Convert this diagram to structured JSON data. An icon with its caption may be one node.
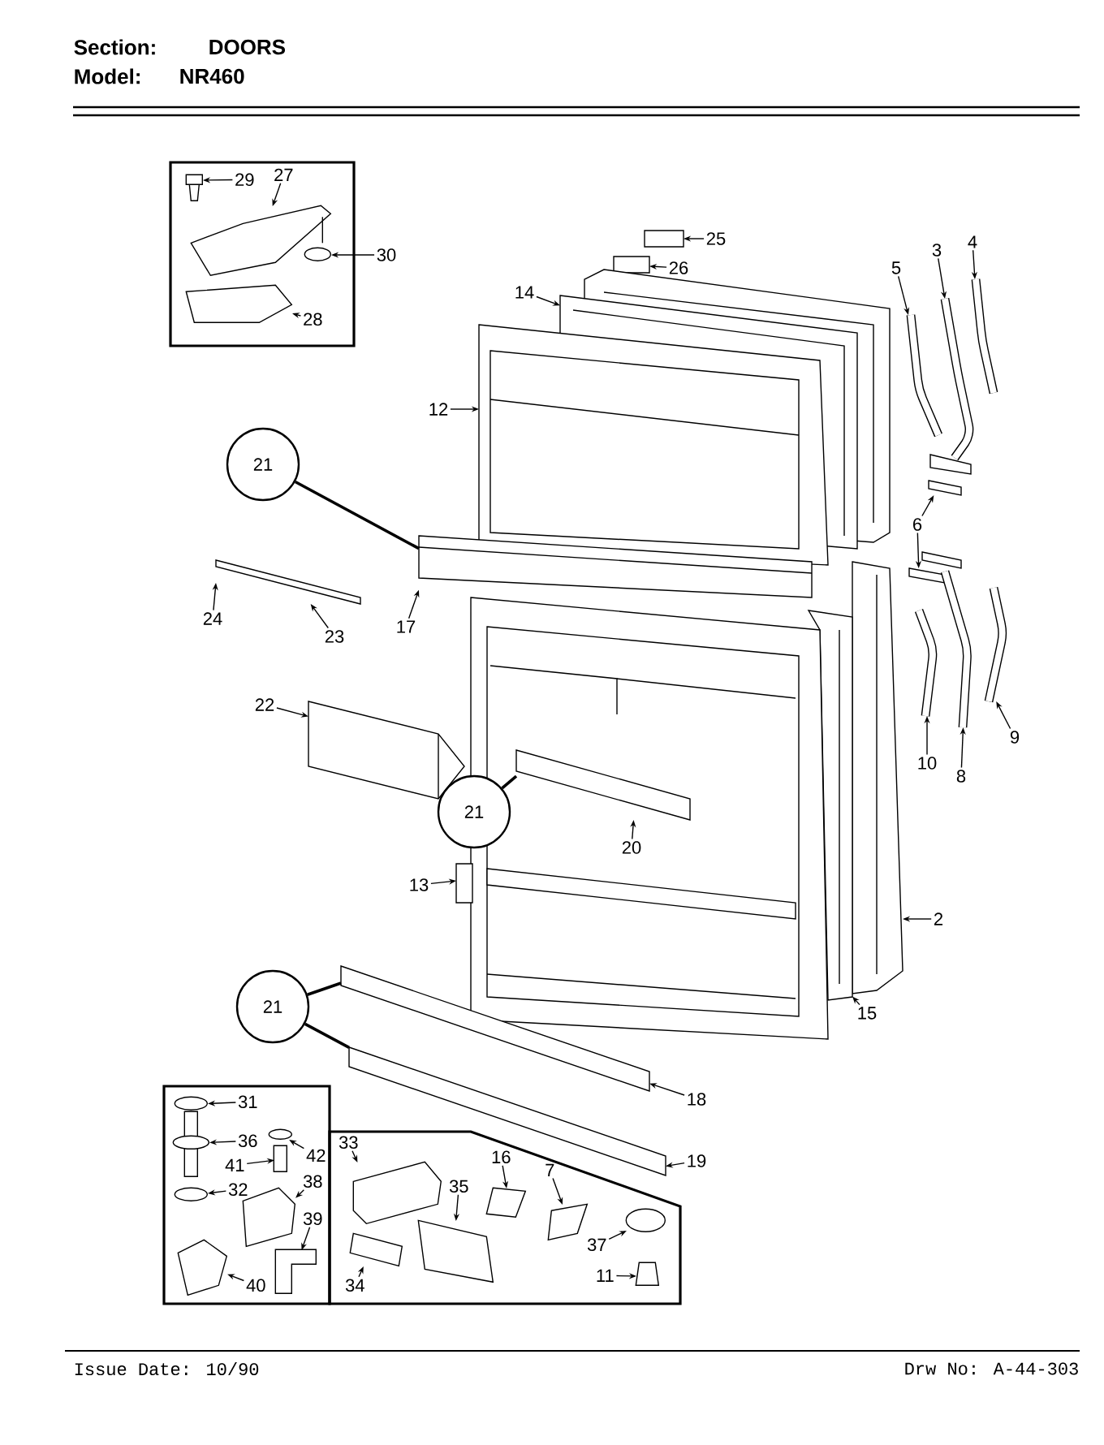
{
  "diagram": {
    "nodes": [
      {
        "text": [],
        "shape": "box"
      },
      {
        "text": [
          "29"
        ],
        "in": 0
      },
      {
        "text": [
          "27"
        ],
        "in": 0
      },
      {
        "text": [
          "30"
        ]
      },
      {
        "text": [
          "28"
        ],
        "in": 0
      },
      {
        "text": [
          "25"
        ]
      },
      {
        "text": [
          "26"
        ]
      },
      {
        "text": [
          "14"
        ]
      },
      {
        "text": [
          "5"
        ]
      },
      {
        "text": [
          "3"
        ]
      },
      {
        "text": [
          "4"
        ]
      },
      {
        "text": [
          "12"
        ]
      },
      {
        "text": [
          "21"
        ]
      },
      {
        "text": [
          "6"
        ]
      },
      {
        "text": [
          "17"
        ]
      },
      {
        "text": [
          "24"
        ]
      },
      {
        "text": [
          "23"
        ]
      },
      {
        "text": [
          "22"
        ]
      },
      {
        "text": [
          "10"
        ]
      },
      {
        "text": [
          "8"
        ]
      },
      {
        "text": [
          "9"
        ]
      },
      {
        "text": [
          "21"
        ]
      },
      {
        "text": [
          "20"
        ]
      },
      {
        "text": [
          "13"
        ]
      },
      {
        "text": [
          "2"
        ]
      },
      {
        "text": [
          "15"
        ]
      },
      {
        "text": [
          "21"
        ]
      },
      {
        "text": [
          "18"
        ]
      },
      {
        "text": [
          "19"
        ]
      },
      {
        "text": [],
        "shape": "box"
      },
      {
        "text": [
          "31"
        ],
        "in": 29
      },
      {
        "text": [
          "36"
        ],
        "in": 29
      },
      {
        "text": [
          "42"
        ],
        "in": 29
      },
      {
        "text": [
          "41"
        ],
        "in": 29
      },
      {
        "text": [
          "32"
        ],
        "in": 29
      },
      {
        "text": [
          "38"
        ],
        "in": 29
      },
      {
        "text": [
          "39"
        ],
        "in": 29
      },
      {
        "text": [
          "40"
        ],
        "in": 29
      },
      {
        "text": [],
        "shape": "box"
      },
      {
        "text": [
          "33"
        ],
        "in": 38
      },
      {
        "text": [
          "35"
        ],
        "in": 38
      },
      {
        "text": [
          "16"
        ],
        "in": 38
      },
      {
        "text": [
          "7"
        ],
        "in": 38
      },
      {
        "text": [
          "37"
        ],
        "in": 38
      },
      {
        "text": [
          "34"
        ],
        "in": 38
      },
      {
        "text": [
          "11"
        ],
        "in": 38
      },
      {
        "text": [],
        "shape": "picture",
        "in": 0
      },
      {
        "text": [],
        "shape": "picture",
        "in": 0
      },
      {
        "text": [],
        "shape": "circle",
        "in": 0
      },
      {
        "text": [],
        "shape": "box",
        "in": 0
      },
      {
        "text": [],
        "shape": "box"
      },
      {
        "text": [],
        "shape": "box"
      },
      {
        "text": [],
        "shape": "picture"
      },
      {
        "text": [],
        "shape": "bar"
      },
      {
        "text": [],
        "shape": "picture"
      },
      {
        "text": [],
        "shape": "bar"
      },
      {
        "text": [],
        "shape": "picture"
      },
      {
        "text": [],
        "shape": "box"
      },
      {
        "text": [],
        "shape": "box"
      },
      {
        "text": [],
        "shape": "picture"
      },
      {
        "text": [],
        "shape": "bar"
      },
      {
        "text": [],
        "shape": "picture"
      },
      {
        "text": [],
        "shape": "bar"
      },
      {
        "text": [],
        "shape": "picture"
      },
      {
        "text": [],
        "shape": "bar"
      },
      {
        "text": [],
        "shape": "bar"
      },
      {
        "text": [],
        "shape": "box"
      },
      {
        "text": [],
        "shape": "picture"
      },
      {
        "text": [],
        "shape": "picture"
      },
      {
        "text": [],
        "shape": "bar"
      },
      {
        "text": [],
        "shape": "bar"
      },
      {
        "text": [],
        "shape": "circle",
        "in": 29
      },
      {
        "text": [],
        "shape": "picture",
        "in": 29
      },
      {
        "text": [],
        "shape": "circle",
        "in": 29
      },
      {
        "text": [],
        "shape": "box",
        "in": 29
      },
      {
        "text": [],
        "shape": "circle",
        "in": 29
      },
      {
        "text": [],
        "shape": "box",
        "in": 29
      },
      {
        "text": [],
        "shape": "box",
        "in": 29
      },
      {
        "text": [],
        "shape": "box",
        "in": 29
      },
      {
        "text": [],
        "shape": "box",
        "in": 38
      },
      {
        "text": [],
        "shape": "box",
        "in": 38
      },
      {
        "text": [],
        "shape": "box",
        "in": 38
      },
      {
        "text": [],
        "shape": "box",
        "in": 38
      },
      {
        "text": [],
        "shape": "circle",
        "in": 38
      },
      {
        "text": [],
        "shape": "box",
        "in": 38
      },
      {
        "text": [],
        "shape": "box",
        "in": 38
      }
    ],
    "edges": [
      {
        "from": 1,
        "to": 46,
        "arrow": "to"
      },
      {
        "from": 2,
        "to": 47,
        "arrow": "to"
      },
      {
        "from": 3,
        "to": 48,
        "arrow": "to"
      },
      {
        "from": 4,
        "to": 49,
        "arrow": "to"
      },
      {
        "from": 5,
        "to": 50,
        "arrow": "to"
      },
      {
        "from": 6,
        "to": 51,
        "arrow": "to"
      },
      {
        "from": 7,
        "to": 52,
        "arrow": "to"
      },
      {
        "from": 8,
        "to": 53,
        "arrow": "to"
      },
      {
        "from": 9,
        "to": 54,
        "arrow": "to"
      },
      {
        "from": 10,
        "to": 55,
        "arrow": "to"
      },
      {
        "from": 11,
        "to": 56,
        "arrow": "to"
      },
      {
        "from": 12,
        "to": 59,
        "arrow": "none"
      },
      {
        "from": 13,
        "to": 57,
        "arrow": "to"
      },
      {
        "from": 13,
        "to": 58,
        "arrow": "to"
      },
      {
        "from": 14,
        "to": 59,
        "arrow": "to"
      },
      {
        "from": 15,
        "to": 60,
        "arrow": "to"
      },
      {
        "from": 16,
        "to": 60,
        "arrow": "to"
      },
      {
        "from": 17,
        "to": 61,
        "arrow": "to"
      },
      {
        "from": 18,
        "to": 62,
        "arrow": "to"
      },
      {
        "from": 19,
        "to": 63,
        "arrow": "to"
      },
      {
        "from": 20,
        "to": 64,
        "arrow": "to"
      },
      {
        "from": 21,
        "to": 65,
        "arrow": "none"
      },
      {
        "from": 22,
        "to": 65,
        "arrow": "to"
      },
      {
        "from": 23,
        "to": 66,
        "arrow": "to"
      },
      {
        "from": 24,
        "to": 67,
        "arrow": "to"
      },
      {
        "from": 25,
        "to": 68,
        "arrow": "to"
      },
      {
        "from": 26,
        "to": 69,
        "arrow": "none"
      },
      {
        "from": 26,
        "to": 70,
        "arrow": "none"
      },
      {
        "from": 27,
        "to": 69,
        "arrow": "to"
      },
      {
        "from": 28,
        "to": 70,
        "arrow": "to"
      },
      {
        "from": 30,
        "to": 71,
        "arrow": "to"
      },
      {
        "from": 31,
        "to": 72,
        "arrow": "to"
      },
      {
        "from": 32,
        "to": 73,
        "arrow": "to"
      },
      {
        "from": 33,
        "to": 74,
        "arrow": "to"
      },
      {
        "from": 34,
        "to": 75,
        "arrow": "to"
      },
      {
        "from": 35,
        "to": 76,
        "arrow": "to"
      },
      {
        "from": 36,
        "to": 77,
        "arrow": "to"
      },
      {
        "from": 37,
        "to": 78,
        "arrow": "to"
      },
      {
        "from": 39,
        "to": 79,
        "arrow": "to"
      },
      {
        "from": 40,
        "to": 80,
        "arrow": "to"
      },
      {
        "from": 41,
        "to": 81,
        "arrow": "to"
      },
      {
        "from": 42,
        "to": 82,
        "arrow": "to"
      },
      {
        "from": 43,
        "to": 83,
        "arrow": "to"
      },
      {
        "from": 44,
        "to": 84,
        "arrow": "to"
      },
      {
        "from": 45,
        "to": 85,
        "arrow": "to"
      }
    ],
    "labels": [
      "Section:",
      "DOORS",
      "Model:",
      "NR460",
      "Issue Date: 10/90",
      "Drw No: A-44-303"
    ]
  }
}
